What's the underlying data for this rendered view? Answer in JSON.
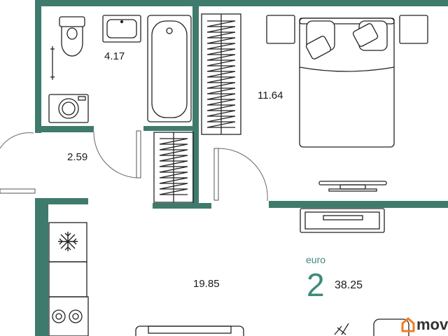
{
  "rooms": {
    "bathroom": {
      "area": "4.17"
    },
    "hall": {
      "area": "2.59"
    },
    "bedroom": {
      "area": "11.64"
    },
    "living": {
      "area": "19.85"
    }
  },
  "legend": {
    "type": "euro",
    "rooms": "2",
    "total_area": "38.25"
  },
  "brand": {
    "text": "mov"
  },
  "colors": {
    "wall": "#3f7b6c",
    "accent": "#3c8a7a",
    "line": "#222222",
    "brand": "#f07c23"
  },
  "icons": [
    "snowflake-icon",
    "brand-house-icon"
  ]
}
